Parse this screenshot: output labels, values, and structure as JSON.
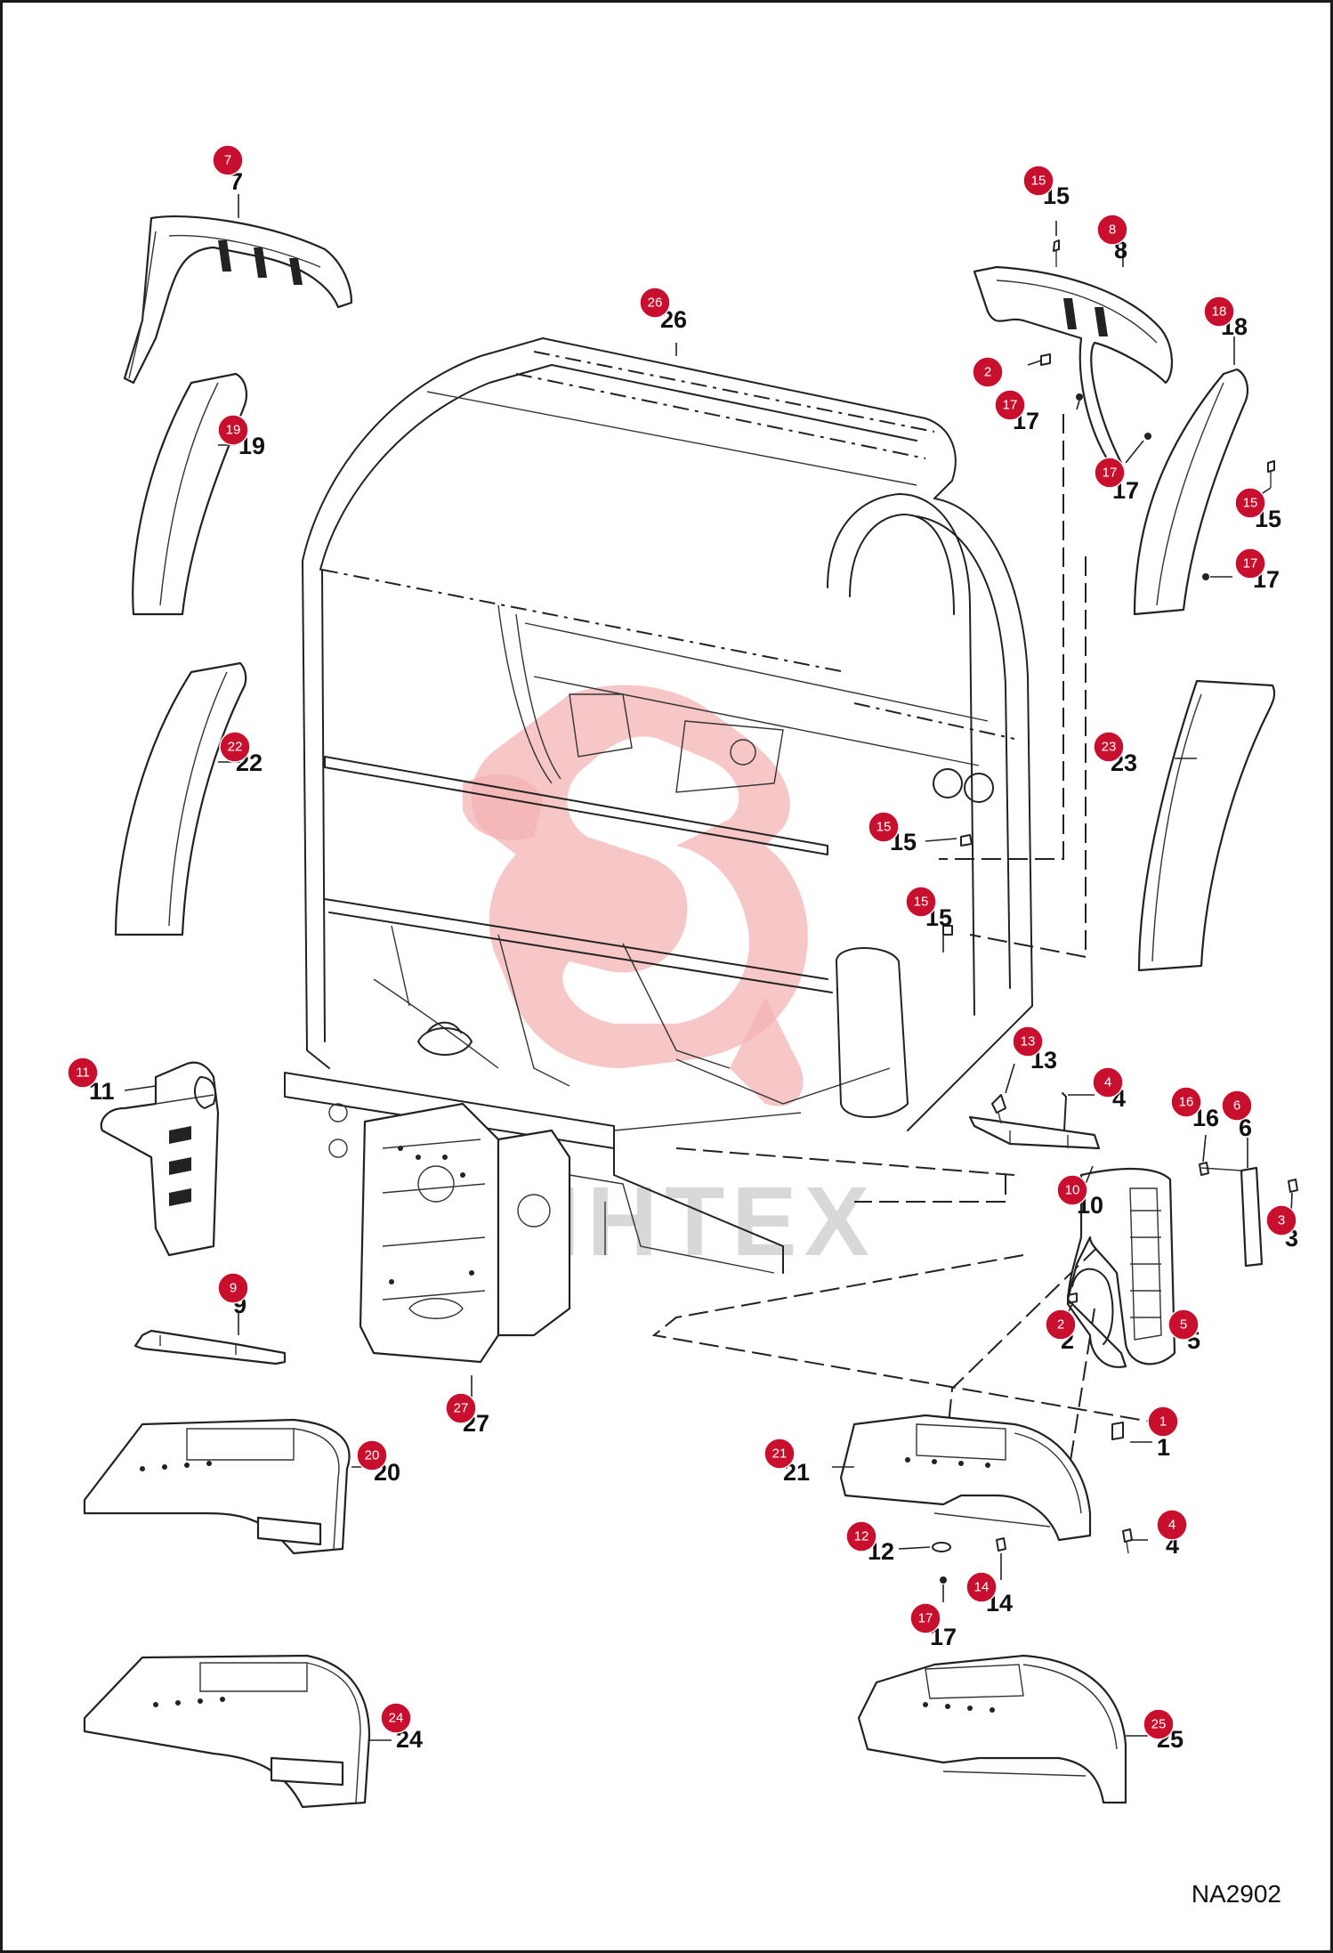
{
  "drawing_ref": "NA2902",
  "watermark_text": "MHTEX",
  "colors": {
    "callout": "#c8102e",
    "watermark": "#f4b3b3",
    "line": "#222222"
  },
  "callouts": [
    {
      "id": "7",
      "label": "7"
    },
    {
      "id": "15a",
      "label": "15"
    },
    {
      "id": "8",
      "label": "8"
    },
    {
      "id": "18",
      "label": "18"
    },
    {
      "id": "26",
      "label": "26"
    },
    {
      "id": "2a",
      "label": "2"
    },
    {
      "id": "17a",
      "label": "17"
    },
    {
      "id": "17b",
      "label": "17"
    },
    {
      "id": "15b",
      "label": "15"
    },
    {
      "id": "17c",
      "label": "17"
    },
    {
      "id": "19",
      "label": "19"
    },
    {
      "id": "22",
      "label": "22"
    },
    {
      "id": "23",
      "label": "23"
    },
    {
      "id": "15c",
      "label": "15"
    },
    {
      "id": "15d",
      "label": "15"
    },
    {
      "id": "11",
      "label": "11"
    },
    {
      "id": "13",
      "label": "13"
    },
    {
      "id": "4a",
      "label": "4"
    },
    {
      "id": "16",
      "label": "16"
    },
    {
      "id": "6",
      "label": "6"
    },
    {
      "id": "10",
      "label": "10"
    },
    {
      "id": "3",
      "label": "3"
    },
    {
      "id": "9",
      "label": "9"
    },
    {
      "id": "2b",
      "label": "2"
    },
    {
      "id": "5",
      "label": "5"
    },
    {
      "id": "27",
      "label": "27"
    },
    {
      "id": "1",
      "label": "1"
    },
    {
      "id": "20",
      "label": "20"
    },
    {
      "id": "21",
      "label": "21"
    },
    {
      "id": "4b",
      "label": "4"
    },
    {
      "id": "12",
      "label": "12"
    },
    {
      "id": "14",
      "label": "14"
    },
    {
      "id": "17d",
      "label": "17"
    },
    {
      "id": "24",
      "label": "24"
    },
    {
      "id": "25",
      "label": "25"
    }
  ]
}
